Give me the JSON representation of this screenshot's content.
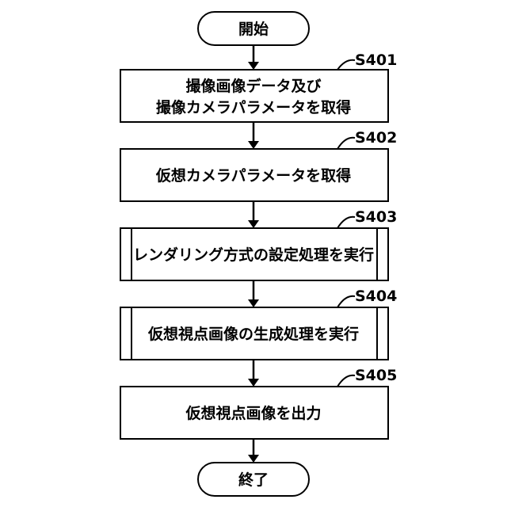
{
  "flowchart": {
    "start": {
      "label": "開始"
    },
    "end": {
      "label": "終了"
    },
    "steps": [
      {
        "id": "S401",
        "lines": [
          "撮像画像データ及び",
          "撮像カメラパラメータを取得"
        ],
        "kind": "process"
      },
      {
        "id": "S402",
        "lines": [
          "仮想カメラパラメータを取得"
        ],
        "kind": "process"
      },
      {
        "id": "S403",
        "lines": [
          "レンダリング方式の設定処理を実行"
        ],
        "kind": "predefined"
      },
      {
        "id": "S404",
        "lines": [
          "仮想視点画像の生成処理を実行"
        ],
        "kind": "predefined"
      },
      {
        "id": "S405",
        "lines": [
          "仮想視点画像を出力"
        ],
        "kind": "process"
      }
    ]
  }
}
